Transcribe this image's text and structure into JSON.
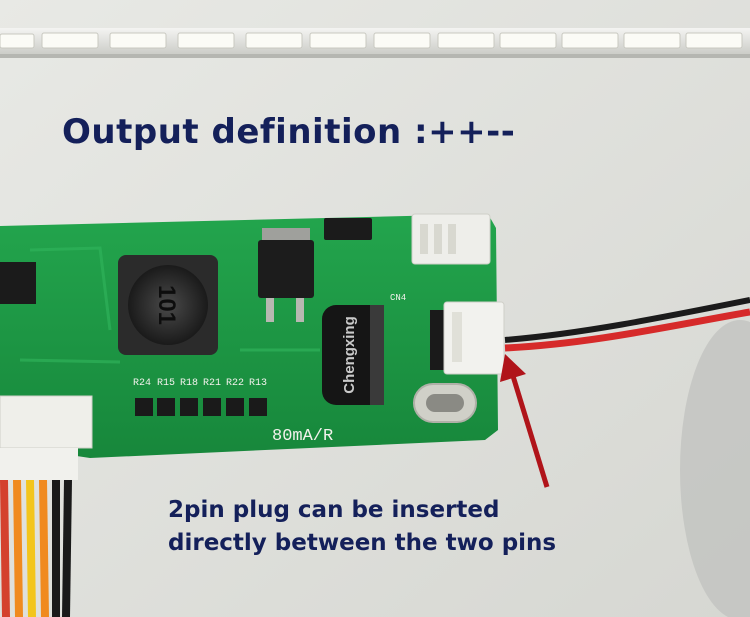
{
  "title": "Output definition :++--",
  "caption_lines": [
    "2pin plug can be inserted",
    "directly between the two pins"
  ],
  "board_labels": {
    "current_rating": "80mA/R",
    "connector": "CN4",
    "resistors": [
      "R24",
      "R15",
      "R18",
      "R21",
      "R22",
      "R13"
    ],
    "inductor_marking": "101",
    "capacitor_brand": "Chengxing"
  },
  "colors": {
    "text": "#14205a",
    "arrow": "#b0141a",
    "pcb": "#1e9a45"
  }
}
